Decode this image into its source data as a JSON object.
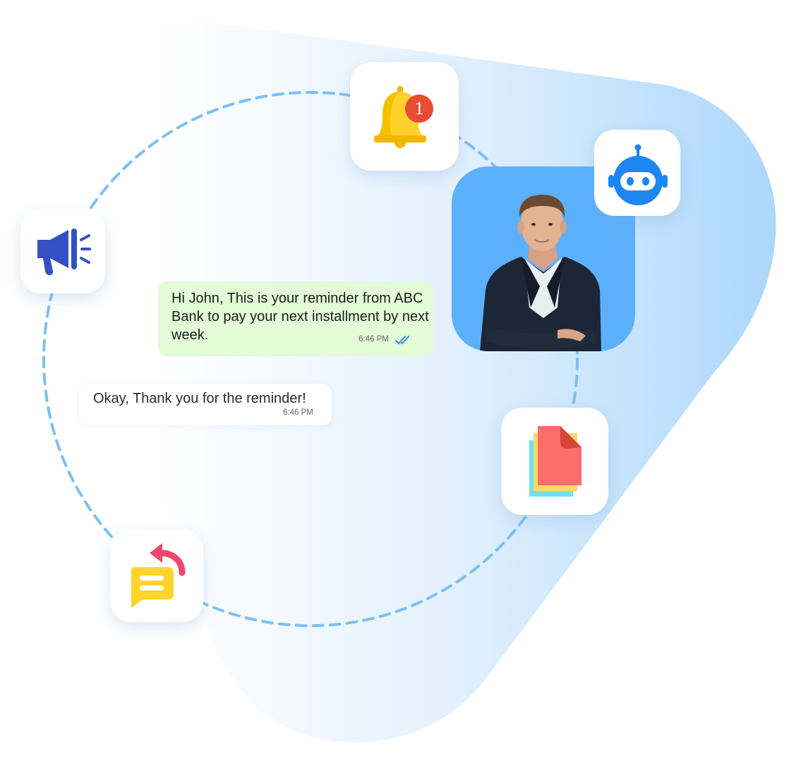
{
  "messages": {
    "incoming": {
      "text": "Hi John, This is your reminder from ABC Bank to pay your next installment by next week.",
      "time": "6:46 PM",
      "status_icon": "double-check-icon"
    },
    "reply": {
      "text": "Okay, Thank you for the reminder!",
      "time": "6:46 PM"
    }
  },
  "notification": {
    "badge_count": "1",
    "badge_color": "#e94b35"
  },
  "icons": [
    "megaphone-icon",
    "bell-icon",
    "robot-icon",
    "documents-icon",
    "chat-reply-icon",
    "profile-photo"
  ],
  "colors": {
    "blob_gradient_end": "#b5dcfb",
    "dashed_circle": "#7cc0f2",
    "incoming_bubble": "#e3fbd6",
    "photo_background": "#5cb0fb"
  }
}
